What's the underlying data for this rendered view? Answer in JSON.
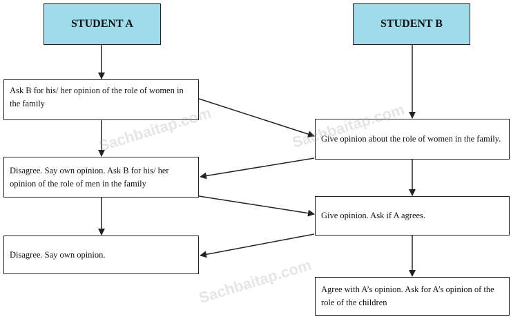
{
  "student_a": {
    "title": "STUDENT A"
  },
  "student_b": {
    "title": "STUDENT B"
  },
  "steps": {
    "a1": "Ask B for his/ her opinion of the role of women in the family",
    "a2": "Disagree. Say own opinion. Ask B for his/ her opinion of the role of men in the family",
    "a3": "Disagree. Say own opinion.",
    "b1": "Give opinion about the role of women in the family.",
    "b2": "Give opinion. Ask if A agrees.",
    "b3": "Agree with A’s opinion. Ask for A’s opinion of the role of the children"
  },
  "watermark": "Sachbaitap.com",
  "colors": {
    "header_fill": "#9edcea",
    "line": "#222222"
  }
}
